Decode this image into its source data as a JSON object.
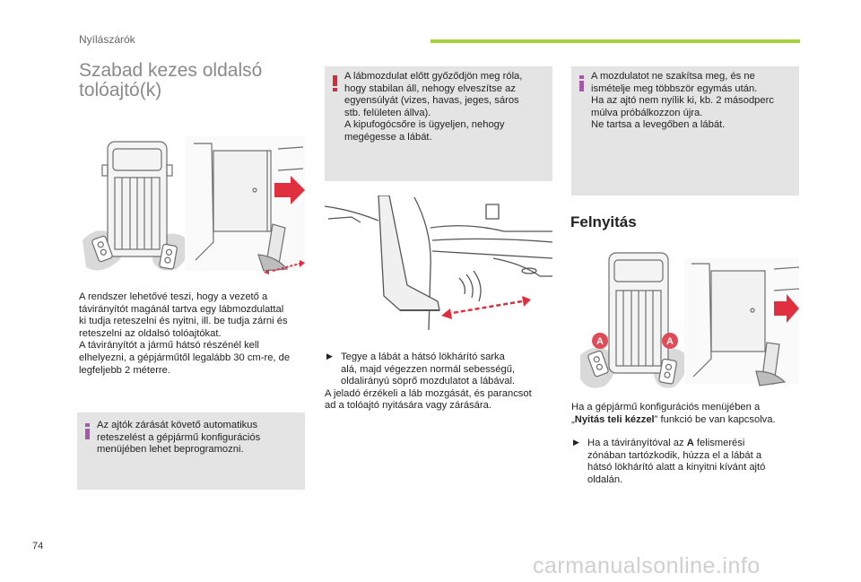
{
  "header": {
    "section": "Nyílászárók"
  },
  "page": {
    "number": "74",
    "title_line1": "Szabad kezes oldalsó",
    "title_line2": "tolóajtó(k)"
  },
  "colors": {
    "accent_green": "#a6d23c",
    "info_purple": "#a35ba8",
    "warning_red": "#d42a3c",
    "box_gray": "#e4e4e4",
    "arrow_red": "#e03040"
  },
  "icons": {
    "info": "info-icon",
    "warning": "warning-icon",
    "bullet": "bullet-marker-icon"
  },
  "col1": {
    "para": [
      "A rendszer lehetővé teszi, hogy a vezető a",
      "távirányítót magánál tartva egy lábmozdulattal",
      "ki tudja reteszelni és nyitni, ill. be tudja zárni és",
      "reteszelni az oldalsó tolóajtókat.",
      "A távirányítót a jármű hátsó részénél kell",
      "elhelyezni, a gépjárműtől legalább 30 cm-re, de",
      "legfeljebb 2 méterre."
    ],
    "info_box": [
      "Az ajtók zárását követő automatikus",
      "reteszelést a gépjármű konfigurációs",
      "menüjében lehet beprogramozni."
    ]
  },
  "col2": {
    "warning_box": [
      "A lábmozdulat előtt győződjön meg róla,",
      "hogy stabilan áll, nehogy elveszítse az",
      "egyensúlyát (vizes, havas, jeges, sáros",
      "stb. felületen állva).",
      "A kipufogócsőre is ügyeljen, nehogy",
      "megégesse a lábát."
    ],
    "step": [
      "Tegye a lábát a hátsó lökhárító sarka",
      "alá, majd végezzen normál sebességű,",
      "oldalirányú söprő mozdulatot a lábával."
    ],
    "after": [
      "A jeladó érzékeli a láb mozgását, és parancsot",
      "ad a tolóajtó nyitására vagy zárására."
    ]
  },
  "col3": {
    "info_box": [
      "A mozdulatot ne szakítsa meg, és ne",
      "ismételje meg többször egymás után.",
      "Ha az ajtó nem nyílik ki, kb. 2 másodperc",
      "múlva próbálkozzon újra.",
      "Ne tartsa a levegőben a lábát."
    ],
    "heading": "Felnyitás",
    "zone_label_left": "A",
    "zone_label_right": "A",
    "para1_line1": "Ha a gépjármű konfigurációs menüjében a",
    "para1_quote_open": "„",
    "para1_bold": "Nyitás teli kézzel",
    "para1_rest": "” funkció be van kapcsolva.",
    "step_pre": "Ha a távirányítóval az",
    "step_bold": "A",
    "step_post": "felismerési",
    "step_lines": [
      "zónában tartózkodik, húzza el a lábát a",
      "hátsó lökhárító alatt a kinyitni kívánt ajtó",
      "oldalán."
    ]
  },
  "watermark": "carmanualsonline.info"
}
